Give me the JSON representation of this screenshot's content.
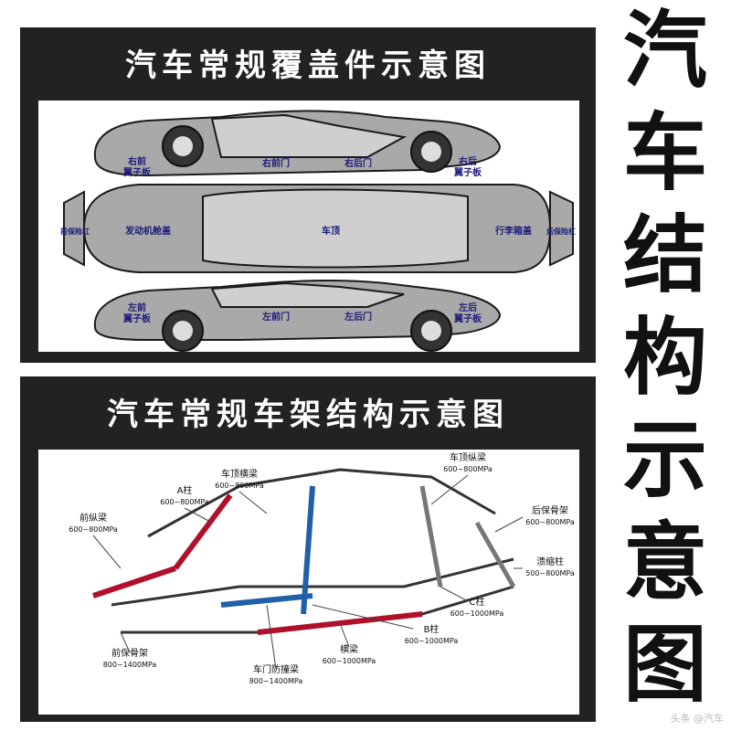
{
  "side_title": [
    "汽",
    "车",
    "结",
    "构",
    "示",
    "意",
    "图"
  ],
  "cover_panel": {
    "title": "汽车常规覆盖件示意图",
    "labels": {
      "right_front_fender": "右前\n翼子板",
      "right_front_door": "右前门",
      "right_rear_door": "右后门",
      "right_rear_fender": "右后\n翼子板",
      "front_bumper": "前保险杠",
      "hood": "发动机舱盖",
      "roof": "车顶",
      "trunk": "行李箱盖",
      "rear_bumper": "后保险杠",
      "left_front_fender": "左前\n翼子板",
      "left_front_door": "左前门",
      "left_rear_door": "左后门",
      "left_rear_fender": "左后\n翼子板"
    }
  },
  "frame_panel": {
    "title": "汽车常规车架结构示意图",
    "callouts": {
      "roof_rail": {
        "name": "车顶纵梁",
        "spec": "600~800MPa"
      },
      "roof_crossbeam": {
        "name": "车顶横梁",
        "spec": "600~800MPa"
      },
      "a_pillar": {
        "name": "A柱",
        "spec": "600~800MPa"
      },
      "front_rail": {
        "name": "前纵梁",
        "spec": "600~800MPa"
      },
      "rear_frame": {
        "name": "后保骨架",
        "spec": "600~800MPa"
      },
      "crush_pillar": {
        "name": "溃缩柱",
        "spec": "500~800MPa"
      },
      "c_pillar": {
        "name": "C柱",
        "spec": "600~1000MPa"
      },
      "b_pillar": {
        "name": "B柱",
        "spec": "600~1000MPa"
      },
      "crossbeam": {
        "name": "横梁",
        "spec": "600~1000MPa"
      },
      "door_beam": {
        "name": "车门防撞梁",
        "spec": "800~1400MPa"
      },
      "front_bumper_frame": {
        "name": "前保骨架",
        "spec": "800~1400MPa"
      }
    }
  },
  "watermark": "头条 @汽车"
}
